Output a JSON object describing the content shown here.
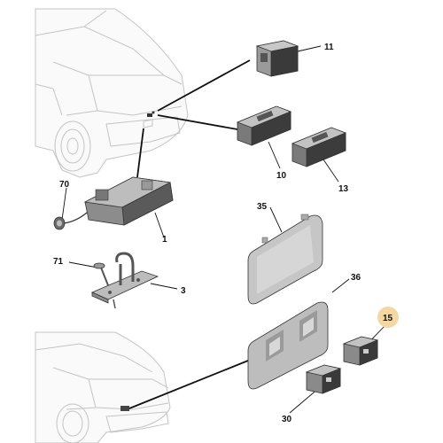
{
  "parts": [
    {
      "ref": "ref_11",
      "label": "11"
    },
    {
      "ref": "ref_10",
      "label": "10"
    },
    {
      "ref": "ref_13",
      "label": "13"
    },
    {
      "ref": "ref_70",
      "label": "70"
    },
    {
      "ref": "ref_1",
      "label": "1"
    },
    {
      "ref": "ref_71",
      "label": "71"
    },
    {
      "ref": "ref_3",
      "label": "3"
    },
    {
      "ref": "ref_35",
      "label": "35"
    },
    {
      "ref": "ref_36",
      "label": "36"
    },
    {
      "ref": "ref_15",
      "label": "15",
      "highlighted": true
    },
    {
      "ref": "ref_30",
      "label": "30"
    }
  ],
  "colors": {
    "highlight": "#f3d8a4",
    "part_dark": "#3b3b3b",
    "part_mid": "#8a8a8a",
    "part_light": "#c9c9c9",
    "panel": "#bdbdbd",
    "car_outline": "#c4c4c4"
  }
}
